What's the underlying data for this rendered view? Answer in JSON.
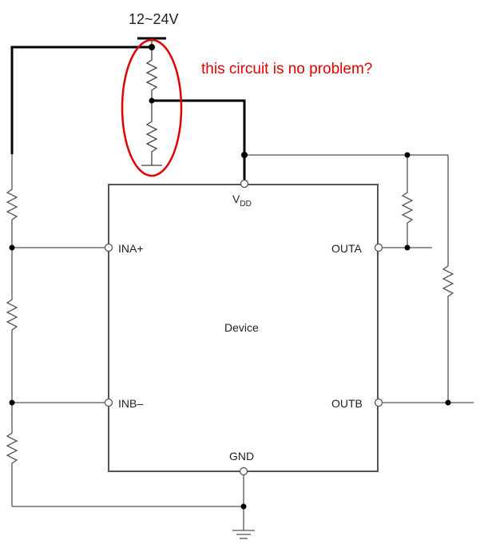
{
  "supply_label": "12~24V",
  "annotation": "this circuit is no problem?",
  "device": {
    "name": "Device",
    "pins": {
      "vdd_main": "V",
      "vdd_sub": "DD",
      "ina_plus": "INA+",
      "inb_minus": "INB–",
      "outa": "OUTA",
      "outb": "OUTB",
      "gnd": "GND"
    }
  },
  "colors": {
    "wire": "#555555",
    "highlight_wire": "#000000",
    "annotation": "#e00000"
  }
}
